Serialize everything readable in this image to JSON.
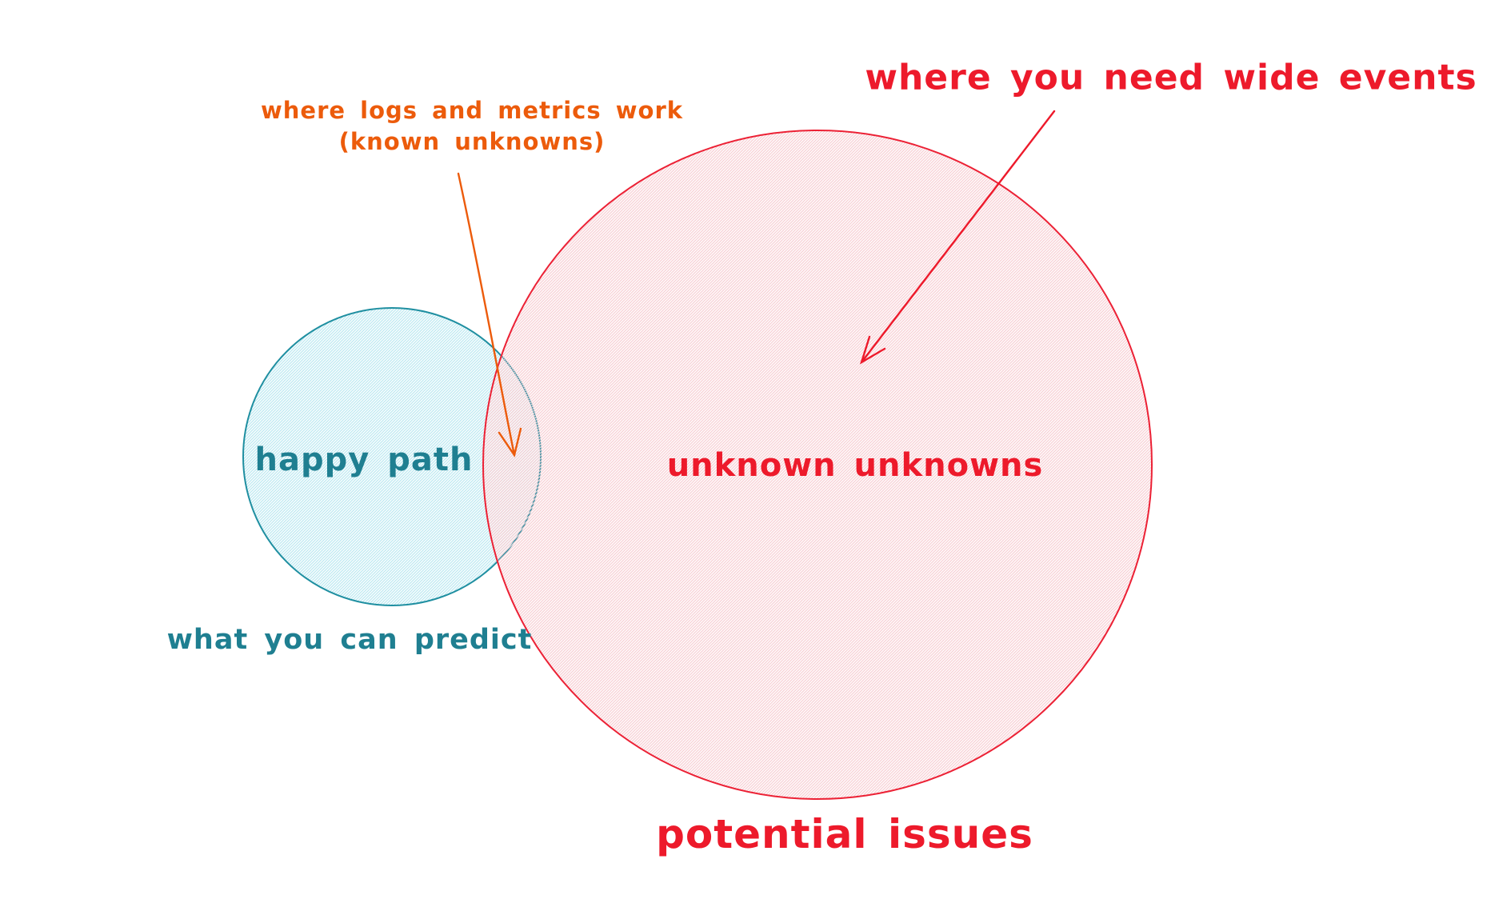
{
  "diagram": {
    "type": "venn",
    "background": "#ffffff",
    "circles": {
      "happy_path": {
        "label": "happy path",
        "caption": "what you can predict",
        "stroke_color": "#1f8fa1",
        "hatch_color": "#b9e7f0",
        "text_color": "#1f7f91"
      },
      "potential_issues": {
        "label": "unknown unknowns",
        "caption": "potential issues",
        "stroke_color": "#ec2135",
        "hatch_color": "#f7cdd2",
        "text_color": "#ed1a2b"
      }
    },
    "annotations": {
      "logs_metrics": {
        "line1": "where logs and metrics work",
        "line2": "(known unknowns)",
        "color": "#ec5b0b",
        "arrow_points_to": "overlap of the two circles"
      },
      "wide_events": {
        "text": "where you need wide events",
        "color": "#ed1a2b",
        "arrow_points_to": "inside unknown unknowns circle"
      }
    }
  }
}
